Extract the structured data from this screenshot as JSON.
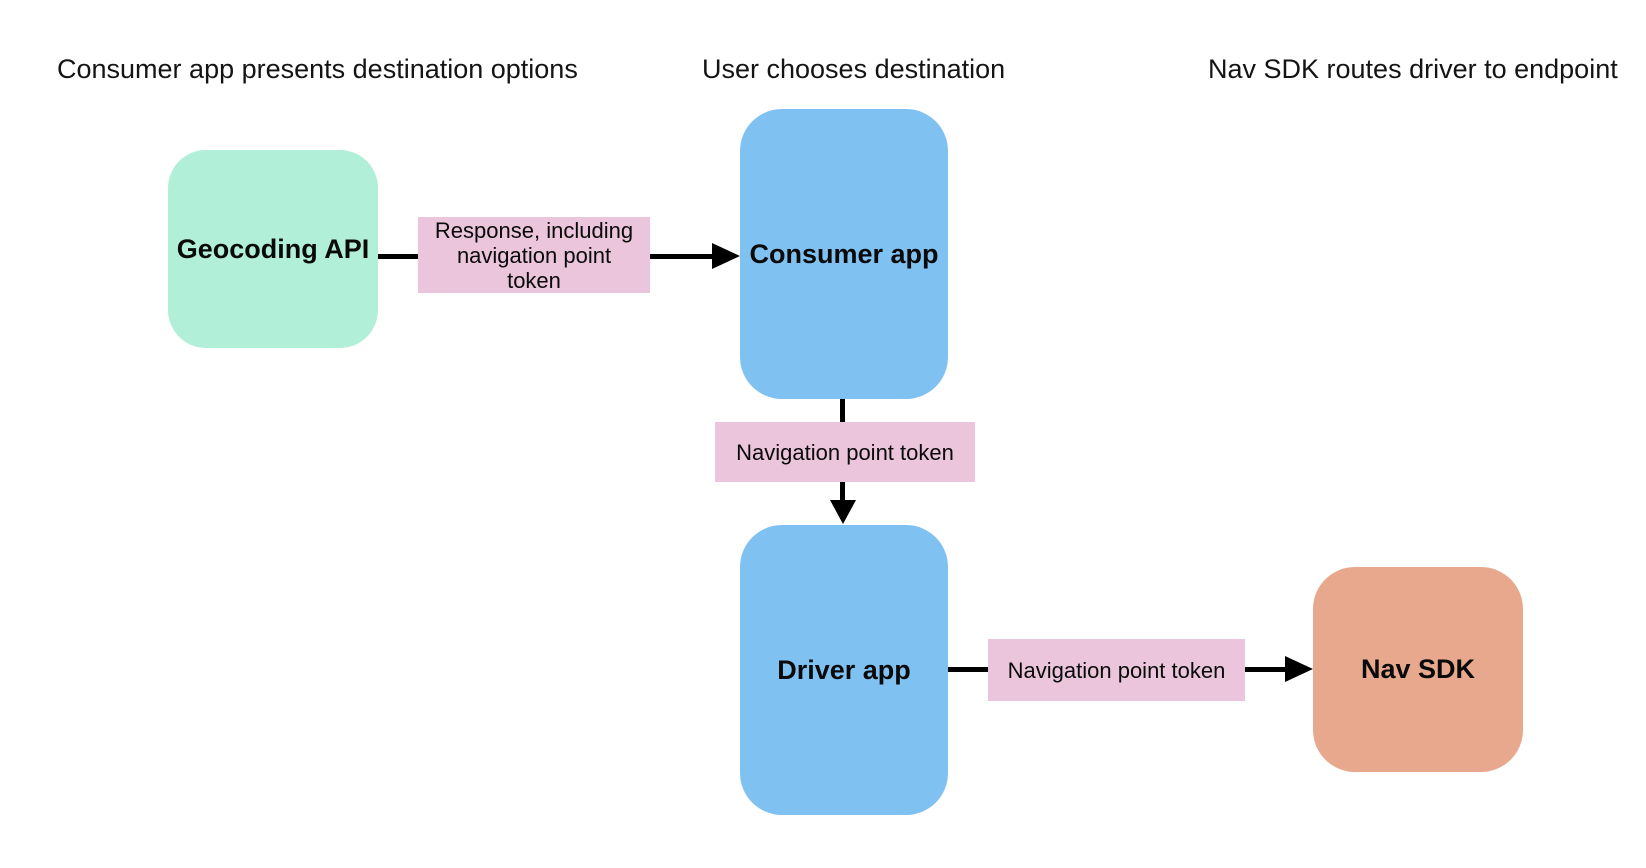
{
  "diagram": {
    "background": "#FFFFFF",
    "arrow_color": "#000000",
    "edge_label_fill": "#EBC5DB",
    "headers": [
      {
        "label": "Consumer app presents destination options"
      },
      {
        "label": "User chooses destination"
      },
      {
        "label": "Nav SDK routes driver to endpoint"
      }
    ],
    "nodes": [
      {
        "id": "geocoding-api",
        "label": "Geocoding API",
        "fill": "#B2EFD9"
      },
      {
        "id": "consumer-app",
        "label": "Consumer app",
        "fill": "#7FC2F2"
      },
      {
        "id": "driver-app",
        "label": "Driver app",
        "fill": "#7FC2F2"
      },
      {
        "id": "nav-sdk",
        "label": "Nav SDK",
        "fill": "#E8A88E"
      }
    ],
    "edges": [
      {
        "from": "geocoding-api",
        "to": "consumer-app",
        "direction": "right",
        "label": "Response, including navigation point token"
      },
      {
        "from": "consumer-app",
        "to": "driver-app",
        "direction": "down",
        "label": "Navigation point token"
      },
      {
        "from": "driver-app",
        "to": "nav-sdk",
        "direction": "right",
        "label": "Navigation point token"
      }
    ]
  }
}
